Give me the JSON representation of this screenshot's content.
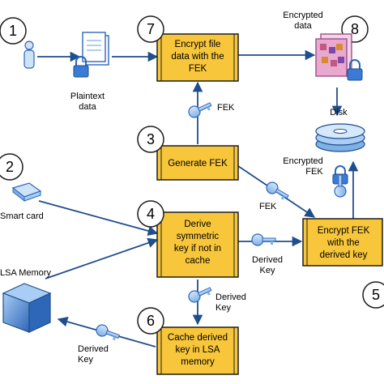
{
  "colors": {
    "box_fill": "#f7c63a",
    "box_border": "#1d1d1d",
    "arrow": "#1f4e8c",
    "icon_blue": "#3a7bd5",
    "icon_light": "#cfe3f7"
  },
  "steps": [
    {
      "number": "1"
    },
    {
      "number": "2"
    },
    {
      "number": "3"
    },
    {
      "number": "4"
    },
    {
      "number": "5"
    },
    {
      "number": "6"
    },
    {
      "number": "7"
    },
    {
      "number": "8"
    }
  ],
  "boxes": {
    "encrypt_file": {
      "lines": [
        "Encrypt file",
        "data with the",
        "FEK"
      ]
    },
    "generate_fek": {
      "lines": [
        "Generate FEK"
      ]
    },
    "derive_key": {
      "lines": [
        "Derive",
        "symmetric",
        "key if not in",
        "cache"
      ]
    },
    "encrypt_fek": {
      "lines": [
        "Encrypt FEK",
        "with the",
        "derived key"
      ]
    },
    "cache_key": {
      "lines": [
        "Cache derived",
        "key in LSA",
        "memory"
      ]
    }
  },
  "labels": {
    "plaintext": [
      "Plaintext",
      "data"
    ],
    "encrypted_data": [
      "Encrypted",
      "data"
    ],
    "disk": "Disk",
    "encrypted_fek": [
      "Encrypted",
      "FEK"
    ],
    "smart_card": "Smart card",
    "lsa_memory": "LSA Memory",
    "fek_upper": "FEK",
    "fek_lower": "FEK",
    "derived_key_right": [
      "Derived",
      "Key"
    ],
    "derived_key_down": [
      "Derived",
      "Key"
    ],
    "derived_key_left": [
      "Derived",
      "Key"
    ]
  },
  "icons": [
    "user-icon",
    "document-lock-icon",
    "key-icon",
    "smart-card-icon",
    "cube-memory-icon",
    "disk-icon",
    "padlock-icon",
    "encrypted-file-icon"
  ]
}
